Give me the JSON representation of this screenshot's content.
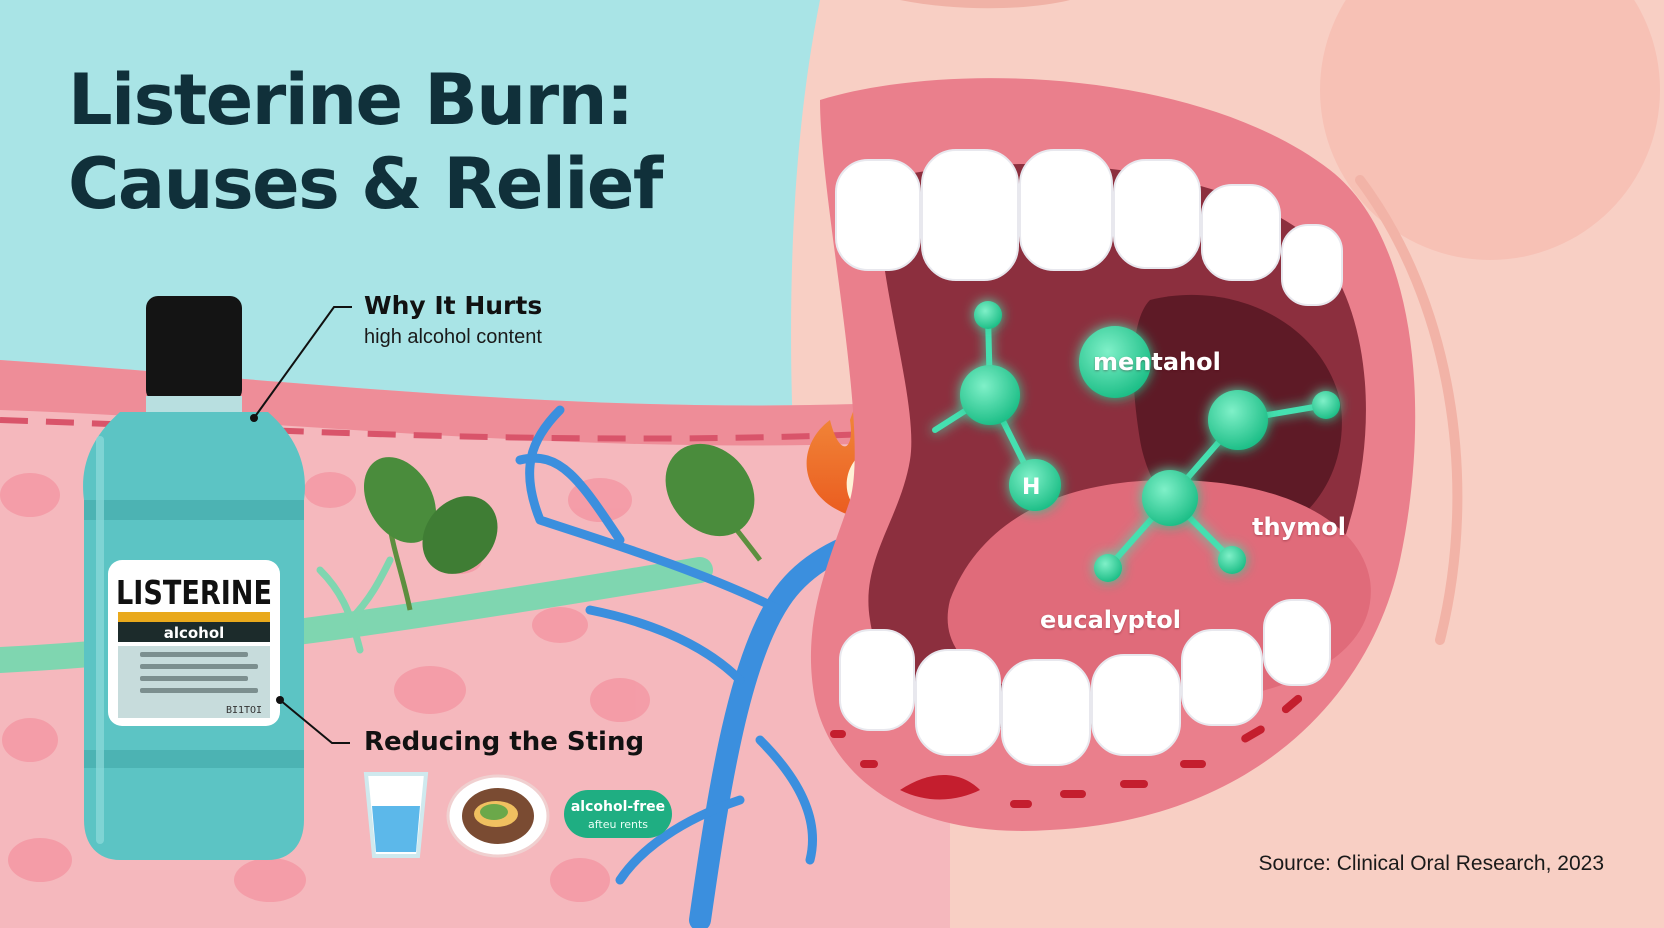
{
  "header": {
    "title_line1": "Listerine Burn:",
    "title_line2": "Causes & Relief"
  },
  "bottle": {
    "brand": "LISTERINE",
    "variant": "alcohol",
    "small_code": "BI1TOI"
  },
  "callouts": {
    "why": {
      "title": "Why It Hurts",
      "subtitle": "high alcohol content"
    },
    "sting": {
      "title": "Reducing the Sting"
    }
  },
  "relief_items": [
    {
      "icon": "water-glass-icon"
    },
    {
      "icon": "food-plate-icon"
    },
    {
      "icon": "alcohol-free-pill",
      "line1": "alcohol-free",
      "line2": "afteu rents"
    }
  ],
  "molecules": {
    "menthol": "mentahol",
    "thymol": "thymol",
    "eucalyptol": "eucalyptol",
    "atom": "H"
  },
  "source": "Source: Clinical Oral Research, 2023",
  "colors": {
    "sky": "#a9e4e6",
    "skin": "#f7c9be",
    "tissue": "#f5b5bb",
    "gum": "#ee8a94",
    "mouth_inner": "#8c2f3e",
    "tongue": "#e06b7a",
    "bottle_teal": "#5cc4c4",
    "molecule_green": "#2fd6a0",
    "nerve_blue": "#3b8fde",
    "leaf_green": "#4a8c3c",
    "flame": "#f07a1e",
    "title_dark": "#10303a"
  }
}
